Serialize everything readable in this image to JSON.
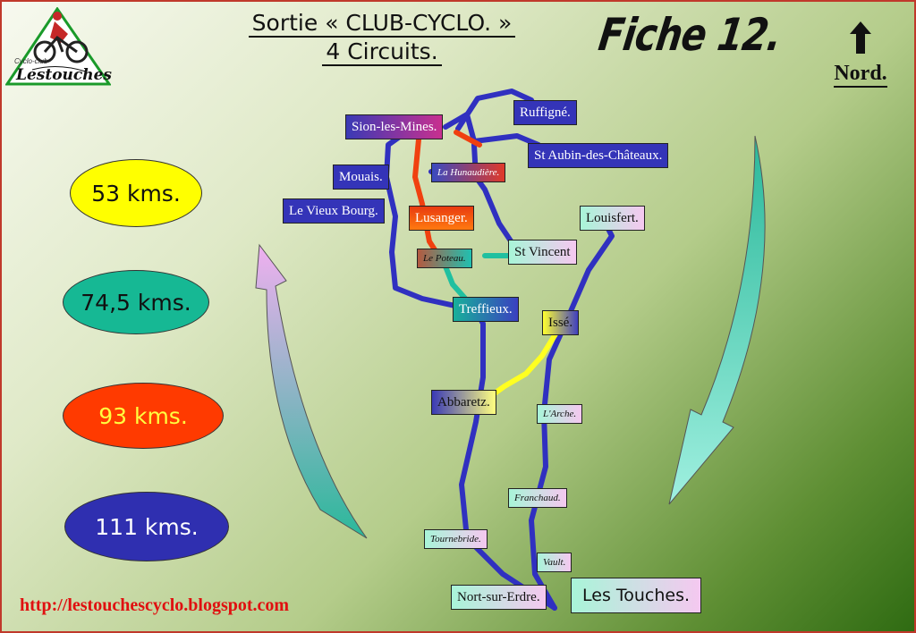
{
  "header": {
    "title_line1": "Sortie « CLUB-CYCLO. »",
    "title_line2": "4 Circuits.",
    "fiche": "Fiche 12.",
    "north_label": "Nord."
  },
  "logo": {
    "text": "Lestouches",
    "small_text": "Cyclo-club"
  },
  "circuits": [
    {
      "label": "53 kms.",
      "color": "#ffff00",
      "text_color": "#111111"
    },
    {
      "label": "74,5 kms.",
      "color": "#16b894",
      "text_color": "#111111"
    },
    {
      "label": "93 kms.",
      "color": "#ff3a00",
      "text_color": "#ffff40"
    },
    {
      "label": "111 kms.",
      "color": "#2f2fb0",
      "text_color": "#ffffff"
    }
  ],
  "places": {
    "sion": "Sion-les-Mines.",
    "ruffigne": "Ruffigné.",
    "st_aubin": "St Aubin-des-Châteaux.",
    "mouais": "Mouais.",
    "hunaudiere": "La Hunaudière.",
    "vieux_bourg": "Le Vieux Bourg.",
    "lusanger": "Lusanger.",
    "louisfert": "Louisfert.",
    "poteau": "Le Poteau.",
    "st_vincent": "St Vincent",
    "treffieux": "Treffieux.",
    "isse": "Issé.",
    "abbaretz": "Abbaretz.",
    "arche": "L'Arche.",
    "franchaud": "Franchaud.",
    "tournebride": "Tournebride.",
    "vault": "Vault.",
    "nort": "Nort-sur-Erdre.",
    "touches": "Les Touches."
  },
  "footer": {
    "url": "http://lestouchescyclo.blogspot.com"
  },
  "colors": {
    "route_blue": "#3030c0",
    "route_red": "#f04010",
    "route_teal": "#20c0a0",
    "route_yellow": "#ffff20"
  }
}
